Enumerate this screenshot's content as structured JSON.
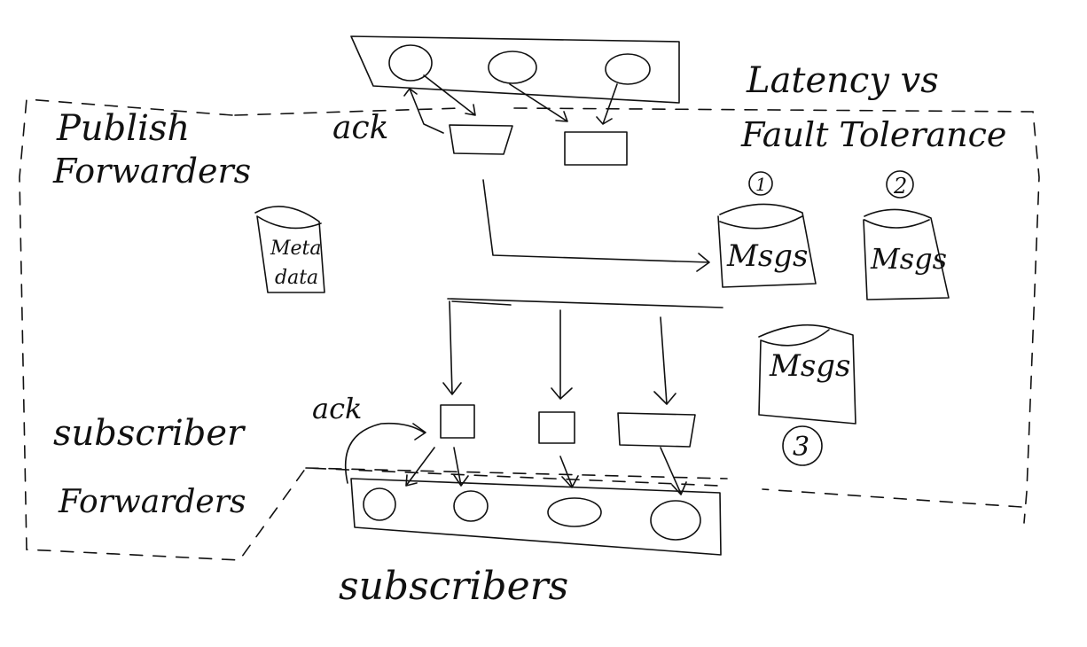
{
  "labels": {
    "publish_forwarders_line1": "Publish",
    "publish_forwarders_line2": "Forwarders",
    "ack_top": "ack",
    "ack_bottom": "ack",
    "latency_title_line1": "Latency vs",
    "latency_title_line2": "Fault Tolerance",
    "metadata_line1": "Meta",
    "metadata_line2": "data",
    "store1_label": "Msgs",
    "store2_label": "Msgs",
    "store3_label": "Msgs",
    "store1_number": "1",
    "store2_number": "2",
    "store3_number": "3",
    "subscriber_forwarders_line1": "subscriber",
    "subscriber_forwarders_line2": "Forwarders",
    "subscribers": "subscribers"
  },
  "colors": {
    "ink": "#111111",
    "background": "#ffffff"
  }
}
